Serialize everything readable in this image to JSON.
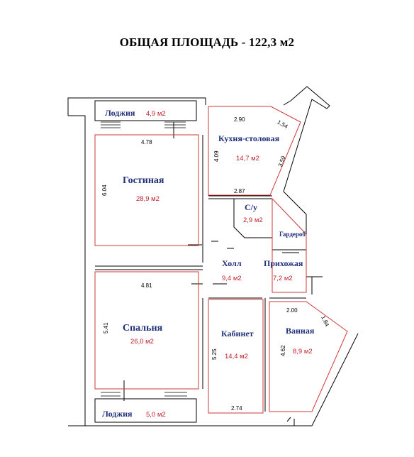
{
  "title": "ОБЩАЯ ПЛОЩАДЬ - 122,3 м2",
  "colors": {
    "room_label": "#1f2f7a",
    "area_label": "#c0202a",
    "room_outline": "#d0383a",
    "walls": "#000000"
  },
  "rooms": {
    "loggia_top": {
      "name": "Лоджия",
      "area": "4,9 м2"
    },
    "kitchen": {
      "name": "Кухня-столовая",
      "area": "14,7 м2"
    },
    "living": {
      "name": "Гостиная",
      "area": "28,9 м2"
    },
    "wc": {
      "name": "С/у",
      "area": "2,9 м2"
    },
    "wardrobe": {
      "name": "Гардероб"
    },
    "hall": {
      "name": "Холл",
      "area": "9,4 м2"
    },
    "entry": {
      "name": "Прихожая",
      "area": "7,2 м2"
    },
    "bedroom": {
      "name": "Спальня",
      "area": "26,0 м2"
    },
    "study": {
      "name": "Кабинет",
      "area": "14,4 м2"
    },
    "bath": {
      "name": "Ванная",
      "area": "8,9 м2"
    },
    "loggia_bottom": {
      "name": "Лоджия",
      "area": "5,0 м2"
    }
  },
  "dimensions": {
    "kitchen_top": "2.90",
    "kitchen_diag": "1.54",
    "kitchen_left": "4.09",
    "kitchen_right": "3.59",
    "kitchen_bottom": "2.87",
    "living_top": "4.78",
    "living_left": "6.04",
    "bedroom_top": "4.81",
    "bedroom_left": "5.41",
    "bath_top": "2.00",
    "bath_diag": "1.84",
    "bath_left": "4.62",
    "study_left": "5.25",
    "study_bottom": "2.74"
  }
}
